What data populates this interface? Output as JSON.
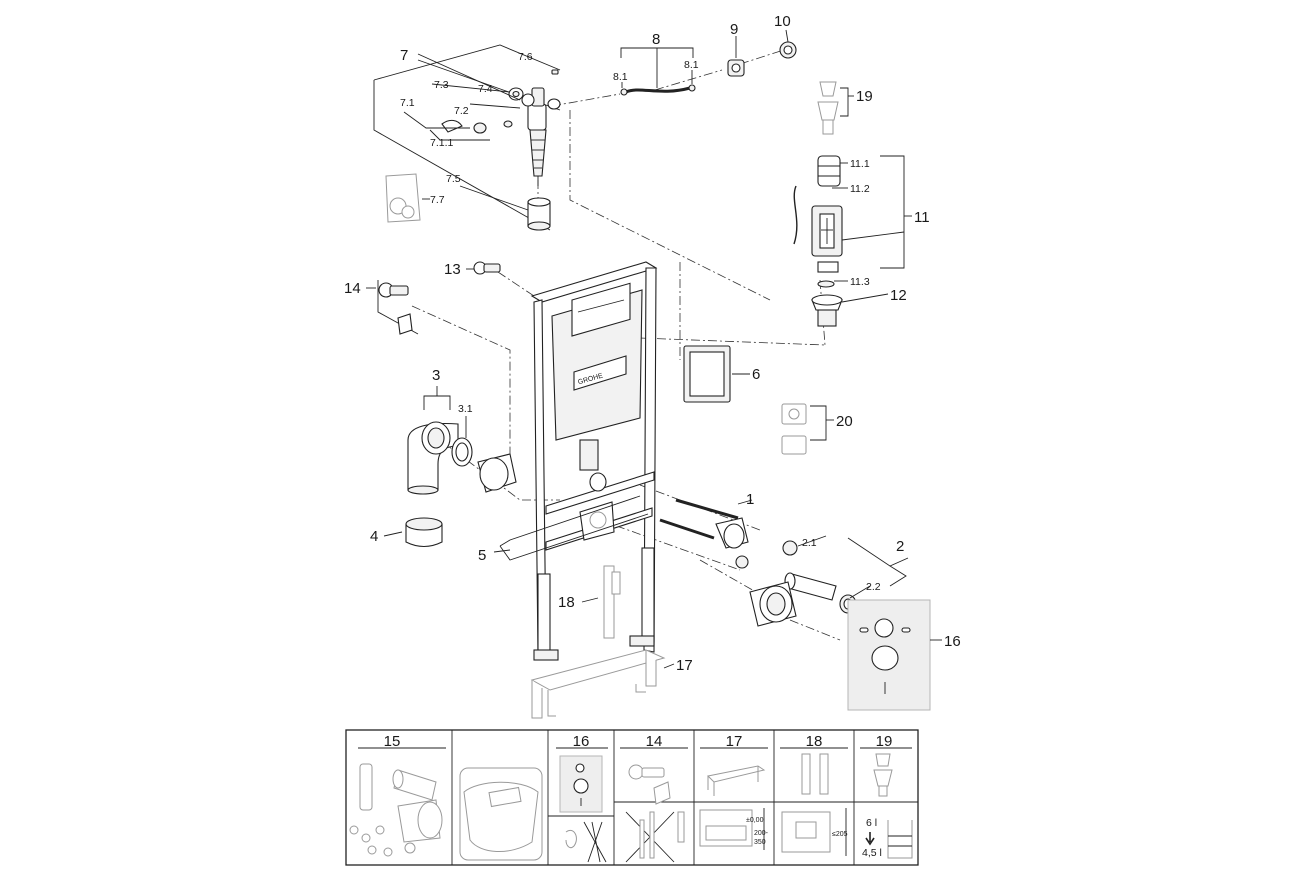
{
  "callouts": {
    "c7": "7",
    "c7_6": "7.6",
    "c7_3": "7.3",
    "c7_4": "7.4",
    "c7_1": "7.1",
    "c7_2": "7.2",
    "c7_1_1": "7.1.1",
    "c7_5": "7.5",
    "c7_7": "7.7",
    "c8": "8",
    "c8_1a": "8.1",
    "c8_1b": "8.1",
    "c9": "9",
    "c10": "10",
    "c19": "19",
    "c11_1": "11.1",
    "c11_2": "11.2",
    "c11": "11",
    "c11_3": "11.3",
    "c12": "12",
    "c13": "13",
    "c14": "14",
    "c6": "6",
    "c3": "3",
    "c3_1": "3.1",
    "c20": "20",
    "c1": "1",
    "c4": "4",
    "c5": "5",
    "c2_1": "2.1",
    "c2": "2",
    "c2_2": "2.2",
    "c18": "18",
    "c16": "16",
    "c17": "17"
  },
  "brand_plate": "GROHE",
  "accessory_table": {
    "headers": [
      "15",
      "16",
      "14",
      "17",
      "18",
      "19"
    ],
    "dim_200_350": [
      "200-",
      "350"
    ],
    "dim_zero": "±0,00",
    "dim_205": "≤205",
    "flush_volumes": [
      "6 l",
      "4,5 l"
    ]
  }
}
